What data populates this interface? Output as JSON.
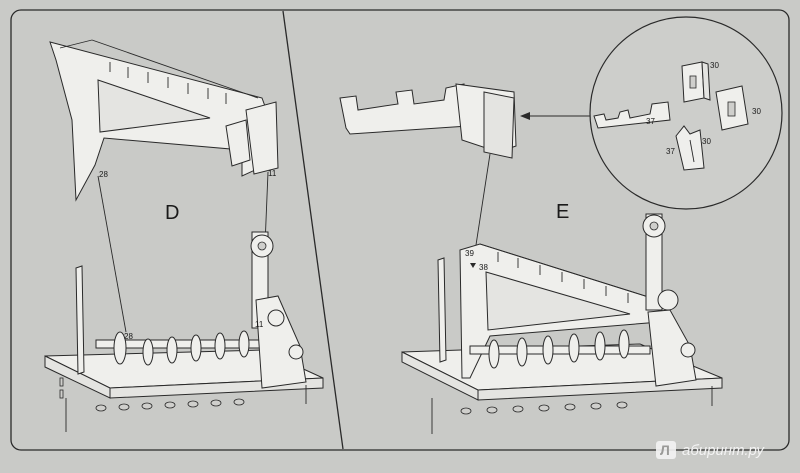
{
  "steps": [
    {
      "id": "D",
      "label": "D"
    },
    {
      "id": "E",
      "label": "E"
    }
  ],
  "part_numbers": {
    "d_28_top": "28",
    "d_11_top": "11",
    "d_28_bottom": "28",
    "d_11_bottom": "11",
    "e_39": "39",
    "e_38": "38",
    "detail_30_a": "30",
    "detail_30_b": "30",
    "detail_37_a": "37",
    "detail_37_b": "37",
    "detail_30_c": "30"
  },
  "watermark": {
    "text": "абиринт.ру",
    "icon": "labirint-logo-icon",
    "letter": "Л"
  },
  "colors": {
    "page": "#c9cac7",
    "line": "#2a2a2a",
    "part_fill": "#efefec"
  }
}
